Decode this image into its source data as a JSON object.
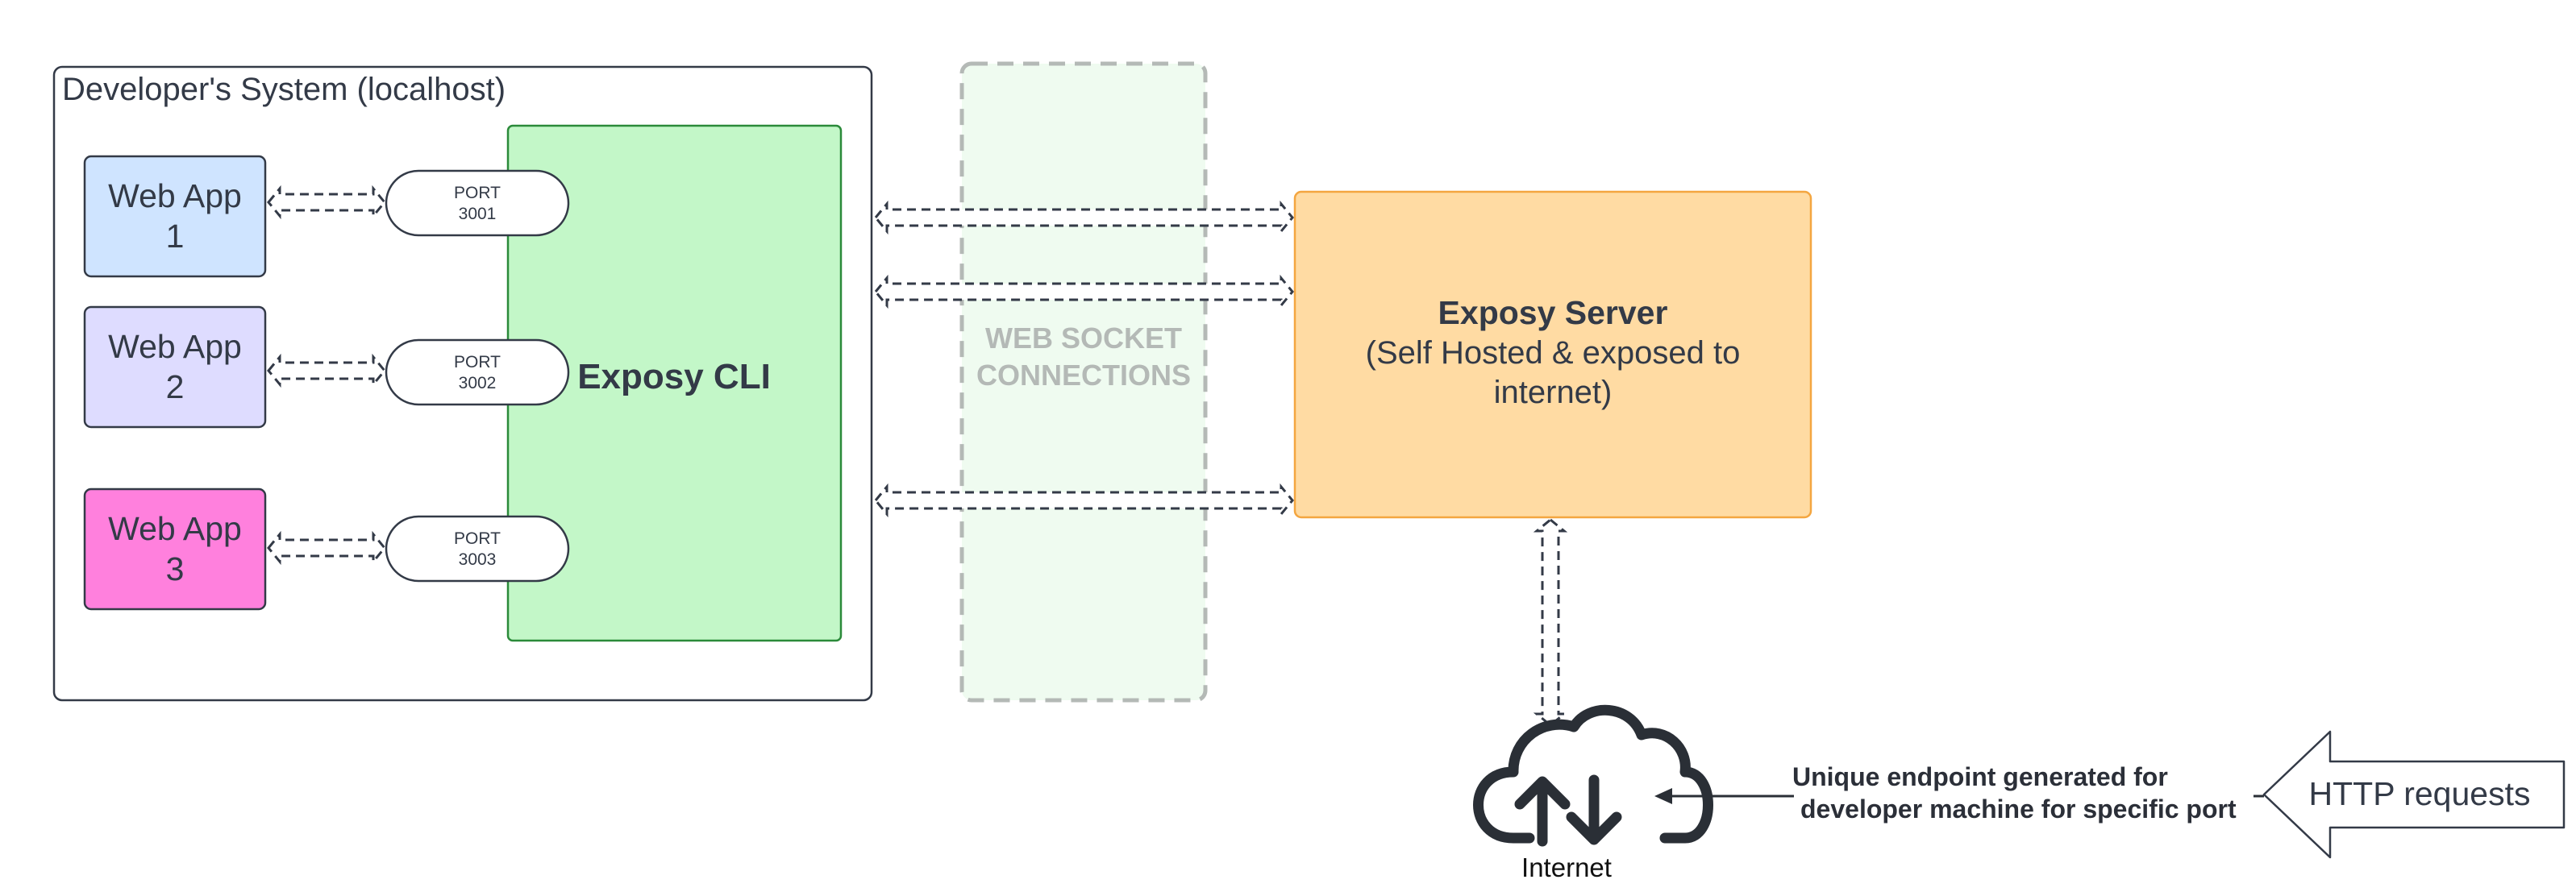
{
  "system_box": {
    "title": "Developer's System (localhost)"
  },
  "web_apps": [
    {
      "line1": "Web App",
      "line2": "1",
      "fill": "#cfe4ff"
    },
    {
      "line1": "Web App",
      "line2": "2",
      "fill": "#dedcff"
    },
    {
      "line1": "Web App",
      "line2": "3",
      "fill": "#ff80dd"
    }
  ],
  "ports": [
    {
      "line1": "PORT",
      "line2": "3001"
    },
    {
      "line1": "PORT",
      "line2": "3002"
    },
    {
      "line1": "PORT",
      "line2": "3003"
    }
  ],
  "cli": {
    "label": "Exposy CLI",
    "fill": "#c3f7c8",
    "stroke": "#2b8a3a"
  },
  "websocket": {
    "line1": "WEB SOCKET",
    "line2": "CONNECTIONS"
  },
  "server": {
    "title": "Exposy Server",
    "line1": "(Self Hosted & exposed to",
    "line2": "internet)",
    "fill": "#ffdba3",
    "stroke": "#f4a640"
  },
  "internet": {
    "label": "Internet",
    "icon": "cloud-upload-download-icon"
  },
  "endpoint_note": {
    "line1": "Unique endpoint generated for",
    "line2": "developer machine for specific port"
  },
  "http": {
    "label": "HTTP requests"
  }
}
